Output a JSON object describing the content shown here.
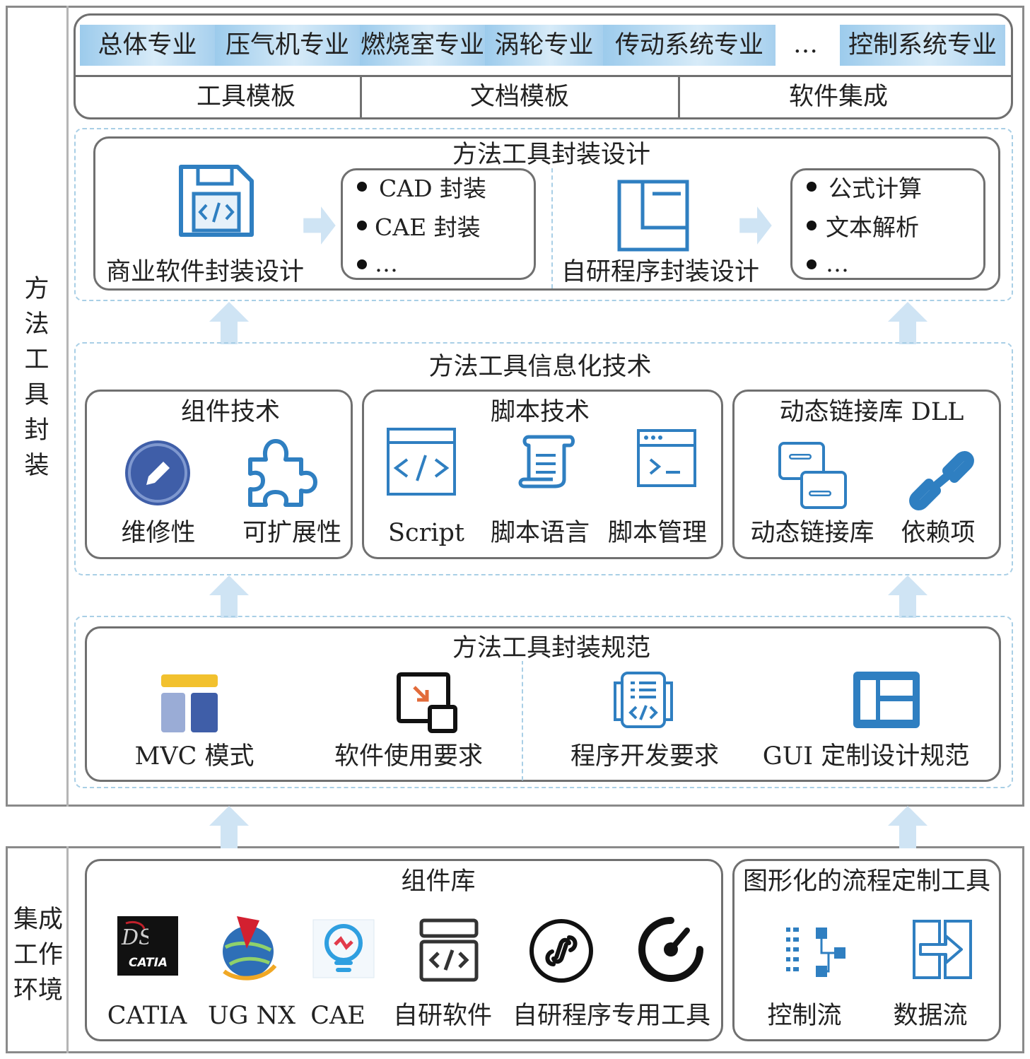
{
  "colors": {
    "border": "#707070",
    "frame": "#8a8a8a",
    "dash": "#a9cfe6",
    "icon_blue": "#2f7fc1",
    "tab": "#b7d9f1",
    "arrow": "#cfe4f4"
  },
  "encapsulation_side_label": "方法工具封装",
  "environment_side_label": "集成工作环境",
  "specialties": [
    "总体专业",
    "压气机专业",
    "燃烧室专业",
    "涡轮专业",
    "传动系统专业",
    "…",
    "控制系统专业"
  ],
  "templates": [
    "工具模板",
    "文档模板",
    "软件集成"
  ],
  "design": {
    "title": "方法工具封装设计",
    "commercial_label": "商业软件封装设计",
    "commercial_items": [
      "CAD 封装",
      "CAE 封装",
      "…"
    ],
    "inhouse_label": "自研程序封装设计",
    "inhouse_items": [
      "公式计算",
      "文本解析",
      "…"
    ]
  },
  "info_tech": {
    "title": "方法工具信息化技术",
    "component": {
      "title": "组件技术",
      "items": [
        "维修性",
        "可扩展性"
      ]
    },
    "script": {
      "title": "脚本技术",
      "items": [
        "Script",
        "脚本语言",
        "脚本管理"
      ]
    },
    "dll": {
      "title": "动态链接库 DLL",
      "items": [
        "动态链接库",
        "依赖项"
      ]
    }
  },
  "spec": {
    "title": "方法工具封装规范",
    "items": [
      "MVC 模式",
      "软件使用要求",
      "程序开发要求",
      "GUI 定制设计规范"
    ]
  },
  "library": {
    "title": "组件库",
    "items": [
      "CATIA",
      "UG NX",
      "CAE",
      "自研软件",
      "自研程序专用工具"
    ],
    "catia_logo_text": "CATIA"
  },
  "flow_tool": {
    "title": "图形化的流程定制工具",
    "items": [
      "控制流",
      "数据流"
    ]
  },
  "icons": [
    "save-code-icon",
    "window-icon",
    "pencil-circle-icon",
    "puzzle-icon",
    "code-window-icon",
    "scroll-icon",
    "terminal-icon",
    "linked-docs-icon",
    "chain-link-icon",
    "mvc-layout-icon",
    "resize-window-icon",
    "code-document-icon",
    "gui-layout-icon",
    "catia-logo-icon",
    "nx-globe-icon",
    "cae-bulb-icon",
    "code-panel-icon",
    "link-circle-icon",
    "gauge-icon",
    "control-flow-icon",
    "data-flow-icon",
    "up-arrow-icon",
    "right-arrow-icon"
  ]
}
